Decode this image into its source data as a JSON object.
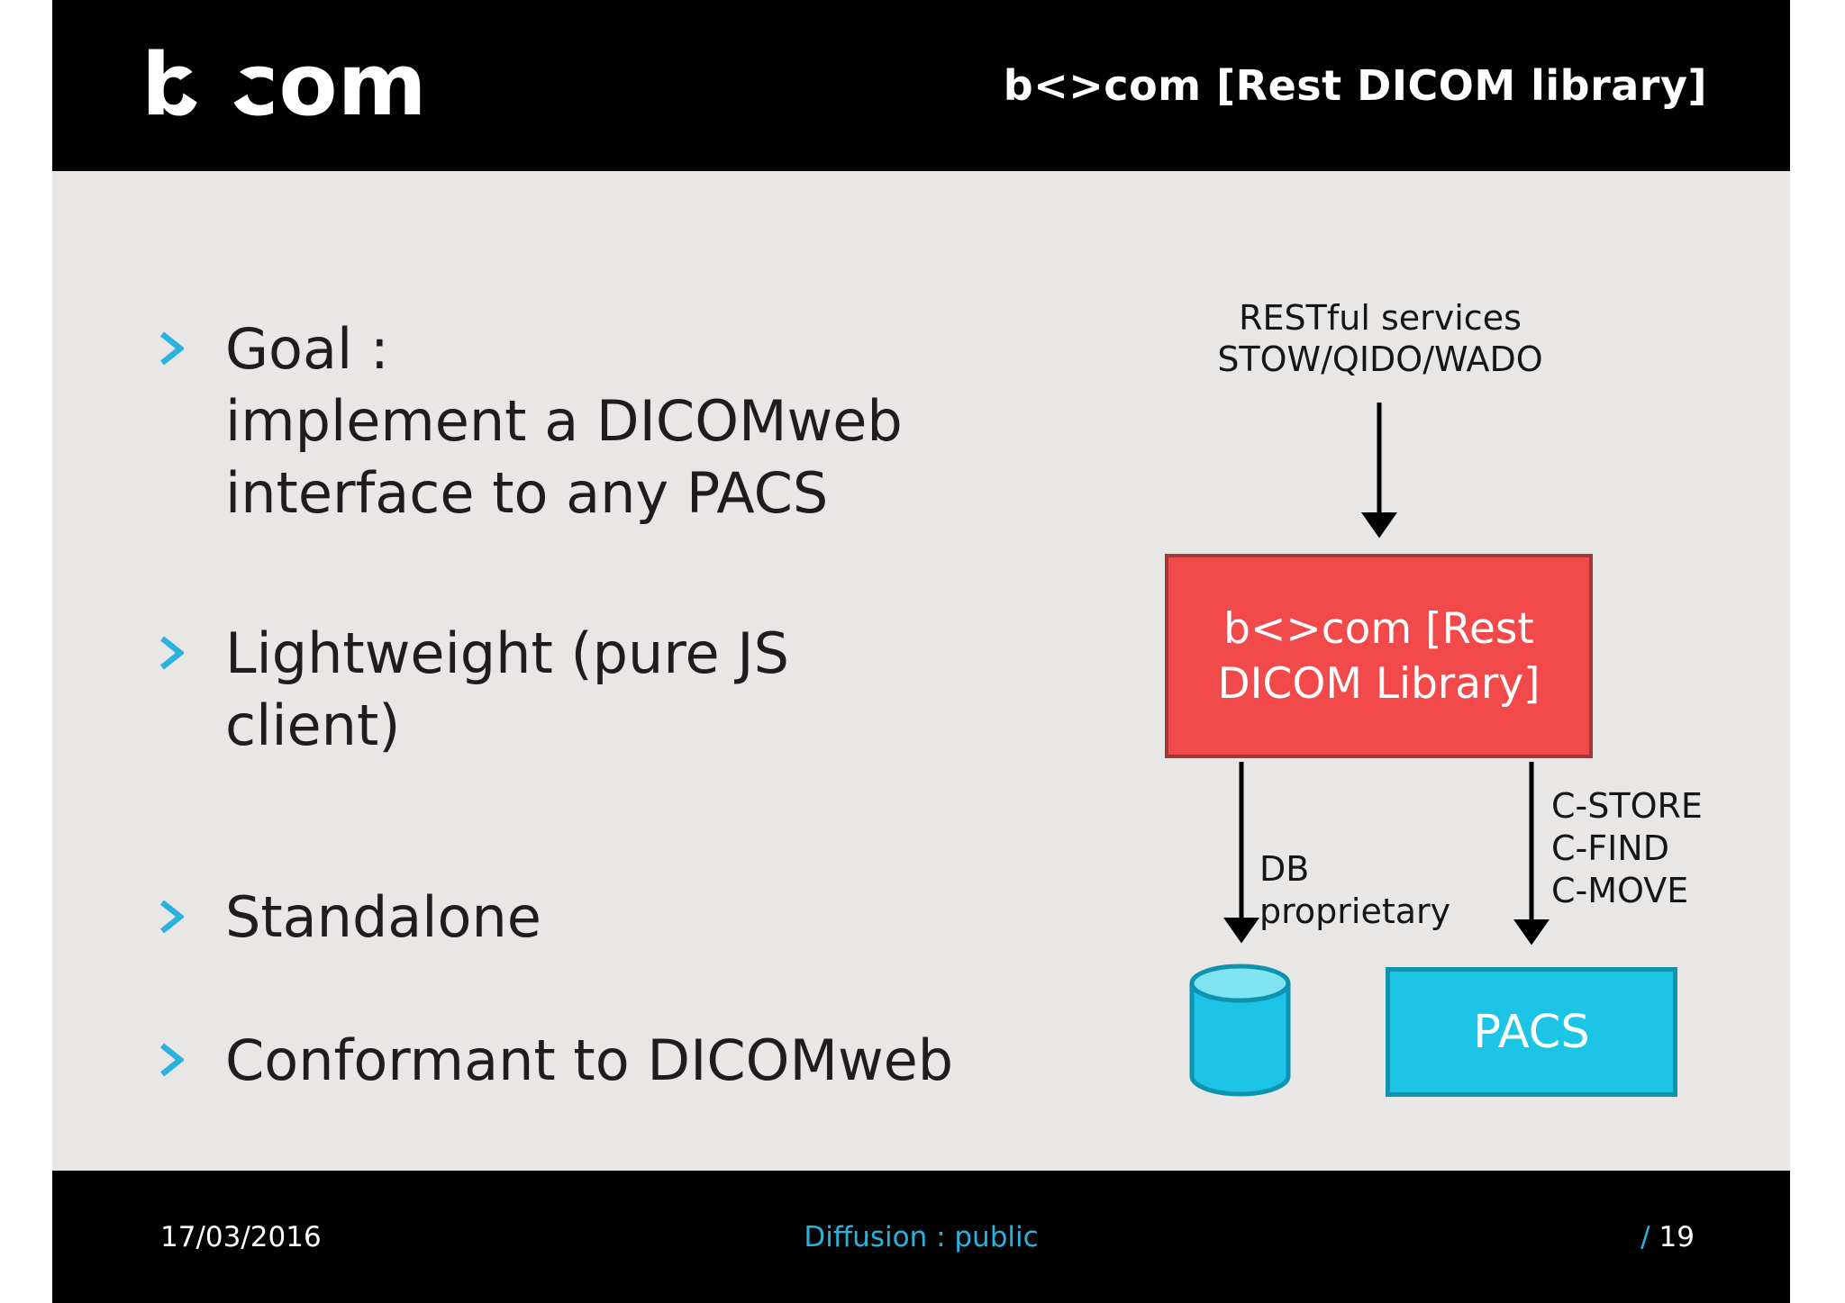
{
  "header": {
    "logo_left": "b",
    "logo_right": "com",
    "title": "b<>com [Rest DICOM library]"
  },
  "bullets": [
    {
      "lines": [
        "Goal :",
        "implement a DICOMweb",
        "interface to any PACS"
      ]
    },
    {
      "lines": [
        "Lightweight (pure JS",
        "client)"
      ]
    },
    {
      "lines": [
        "Standalone"
      ]
    },
    {
      "lines": [
        "Conformant to DICOMweb"
      ]
    }
  ],
  "diagram": {
    "rest_label": {
      "lines": [
        "RESTful services",
        "STOW/QIDO/WADO"
      ]
    },
    "library_box": {
      "lines": [
        "b<>com [Rest",
        "DICOM Library]"
      ]
    },
    "db_label": {
      "lines": [
        "DB",
        "proprietary"
      ]
    },
    "dimse_label": {
      "lines": [
        "C-STORE",
        "C-FIND",
        "C-MOVE"
      ]
    },
    "pacs_box": {
      "label": "PACS"
    }
  },
  "footer": {
    "date": "17/03/2016",
    "diffusion": "Diffusion : public",
    "page_slash": "/",
    "page_number": "19"
  },
  "colors": {
    "accent_cyan": "#29b2de",
    "diagram_cyan_fill": "#1cc4e6",
    "diagram_cyan_border": "#0d93ae",
    "cylinder_top": "#7fe3f2",
    "red_fill": "#f24a4a",
    "red_border": "#aa3333",
    "body_background": "#e9e6e6",
    "bar_black": "#010101"
  }
}
